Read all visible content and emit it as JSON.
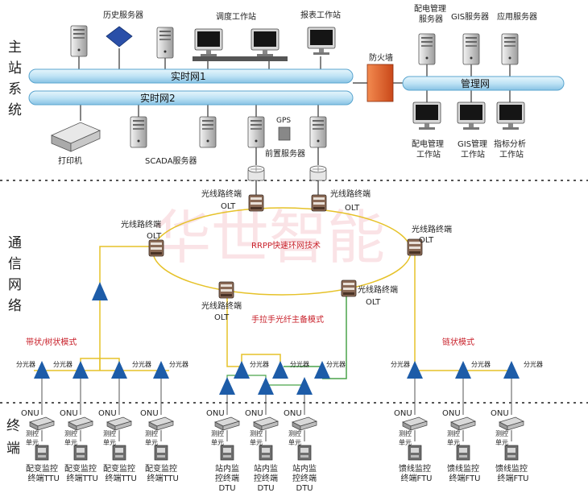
{
  "sections": {
    "main_station": "主站系统",
    "comm_network": "通信网络",
    "terminal": "终端"
  },
  "buses": {
    "realtime1": "实时网1",
    "realtime2": "实时网2",
    "management": "管理网"
  },
  "firewall": "防火墙",
  "watermark": "华世智能",
  "master": {
    "history_server": "历史服务器",
    "dispatch_ws": "调度工作站",
    "report_ws": "报表工作站",
    "printer": "打印机",
    "scada_server": "SCADA服务器",
    "gps": "GPS",
    "frontend_server": "前置服务器",
    "dms_server": [
      "配电管理",
      "服务器"
    ],
    "gis_server": "GIS服务器",
    "app_server": "应用服务器",
    "dms_ws": [
      "配电管理",
      "工作站"
    ],
    "gis_ws": [
      "GIS管理",
      "工作站"
    ],
    "index_ws": [
      "指标分析",
      "工作站"
    ]
  },
  "network": {
    "olt_name": "光线路终端",
    "olt": "OLT",
    "rrpp": "RRPP快速环网技术",
    "belt_tree": "带状/树状模式",
    "hand_in_hand": "手拉手光纤主备模式",
    "chain": "链状模式",
    "splitter": "分光器"
  },
  "terminals": {
    "onu": "ONU",
    "measure_unit": [
      "测控",
      "单元"
    ],
    "ttu": [
      "配变监控",
      "终端TTU"
    ],
    "dtu": [
      "站内监",
      "控终端",
      "DTU"
    ],
    "ftu": [
      "馈线监控",
      "终端FTU"
    ]
  },
  "colors": {
    "bus_blue": "#bfe3f5",
    "bus_edge": "#5aa5cf",
    "fiber_yellow": "#e6c229",
    "fiber_green": "#4aa44a",
    "triangle_blue": "#1d5ca8",
    "firewall_orange": "#e8642a",
    "label_red": "#c8202a"
  }
}
